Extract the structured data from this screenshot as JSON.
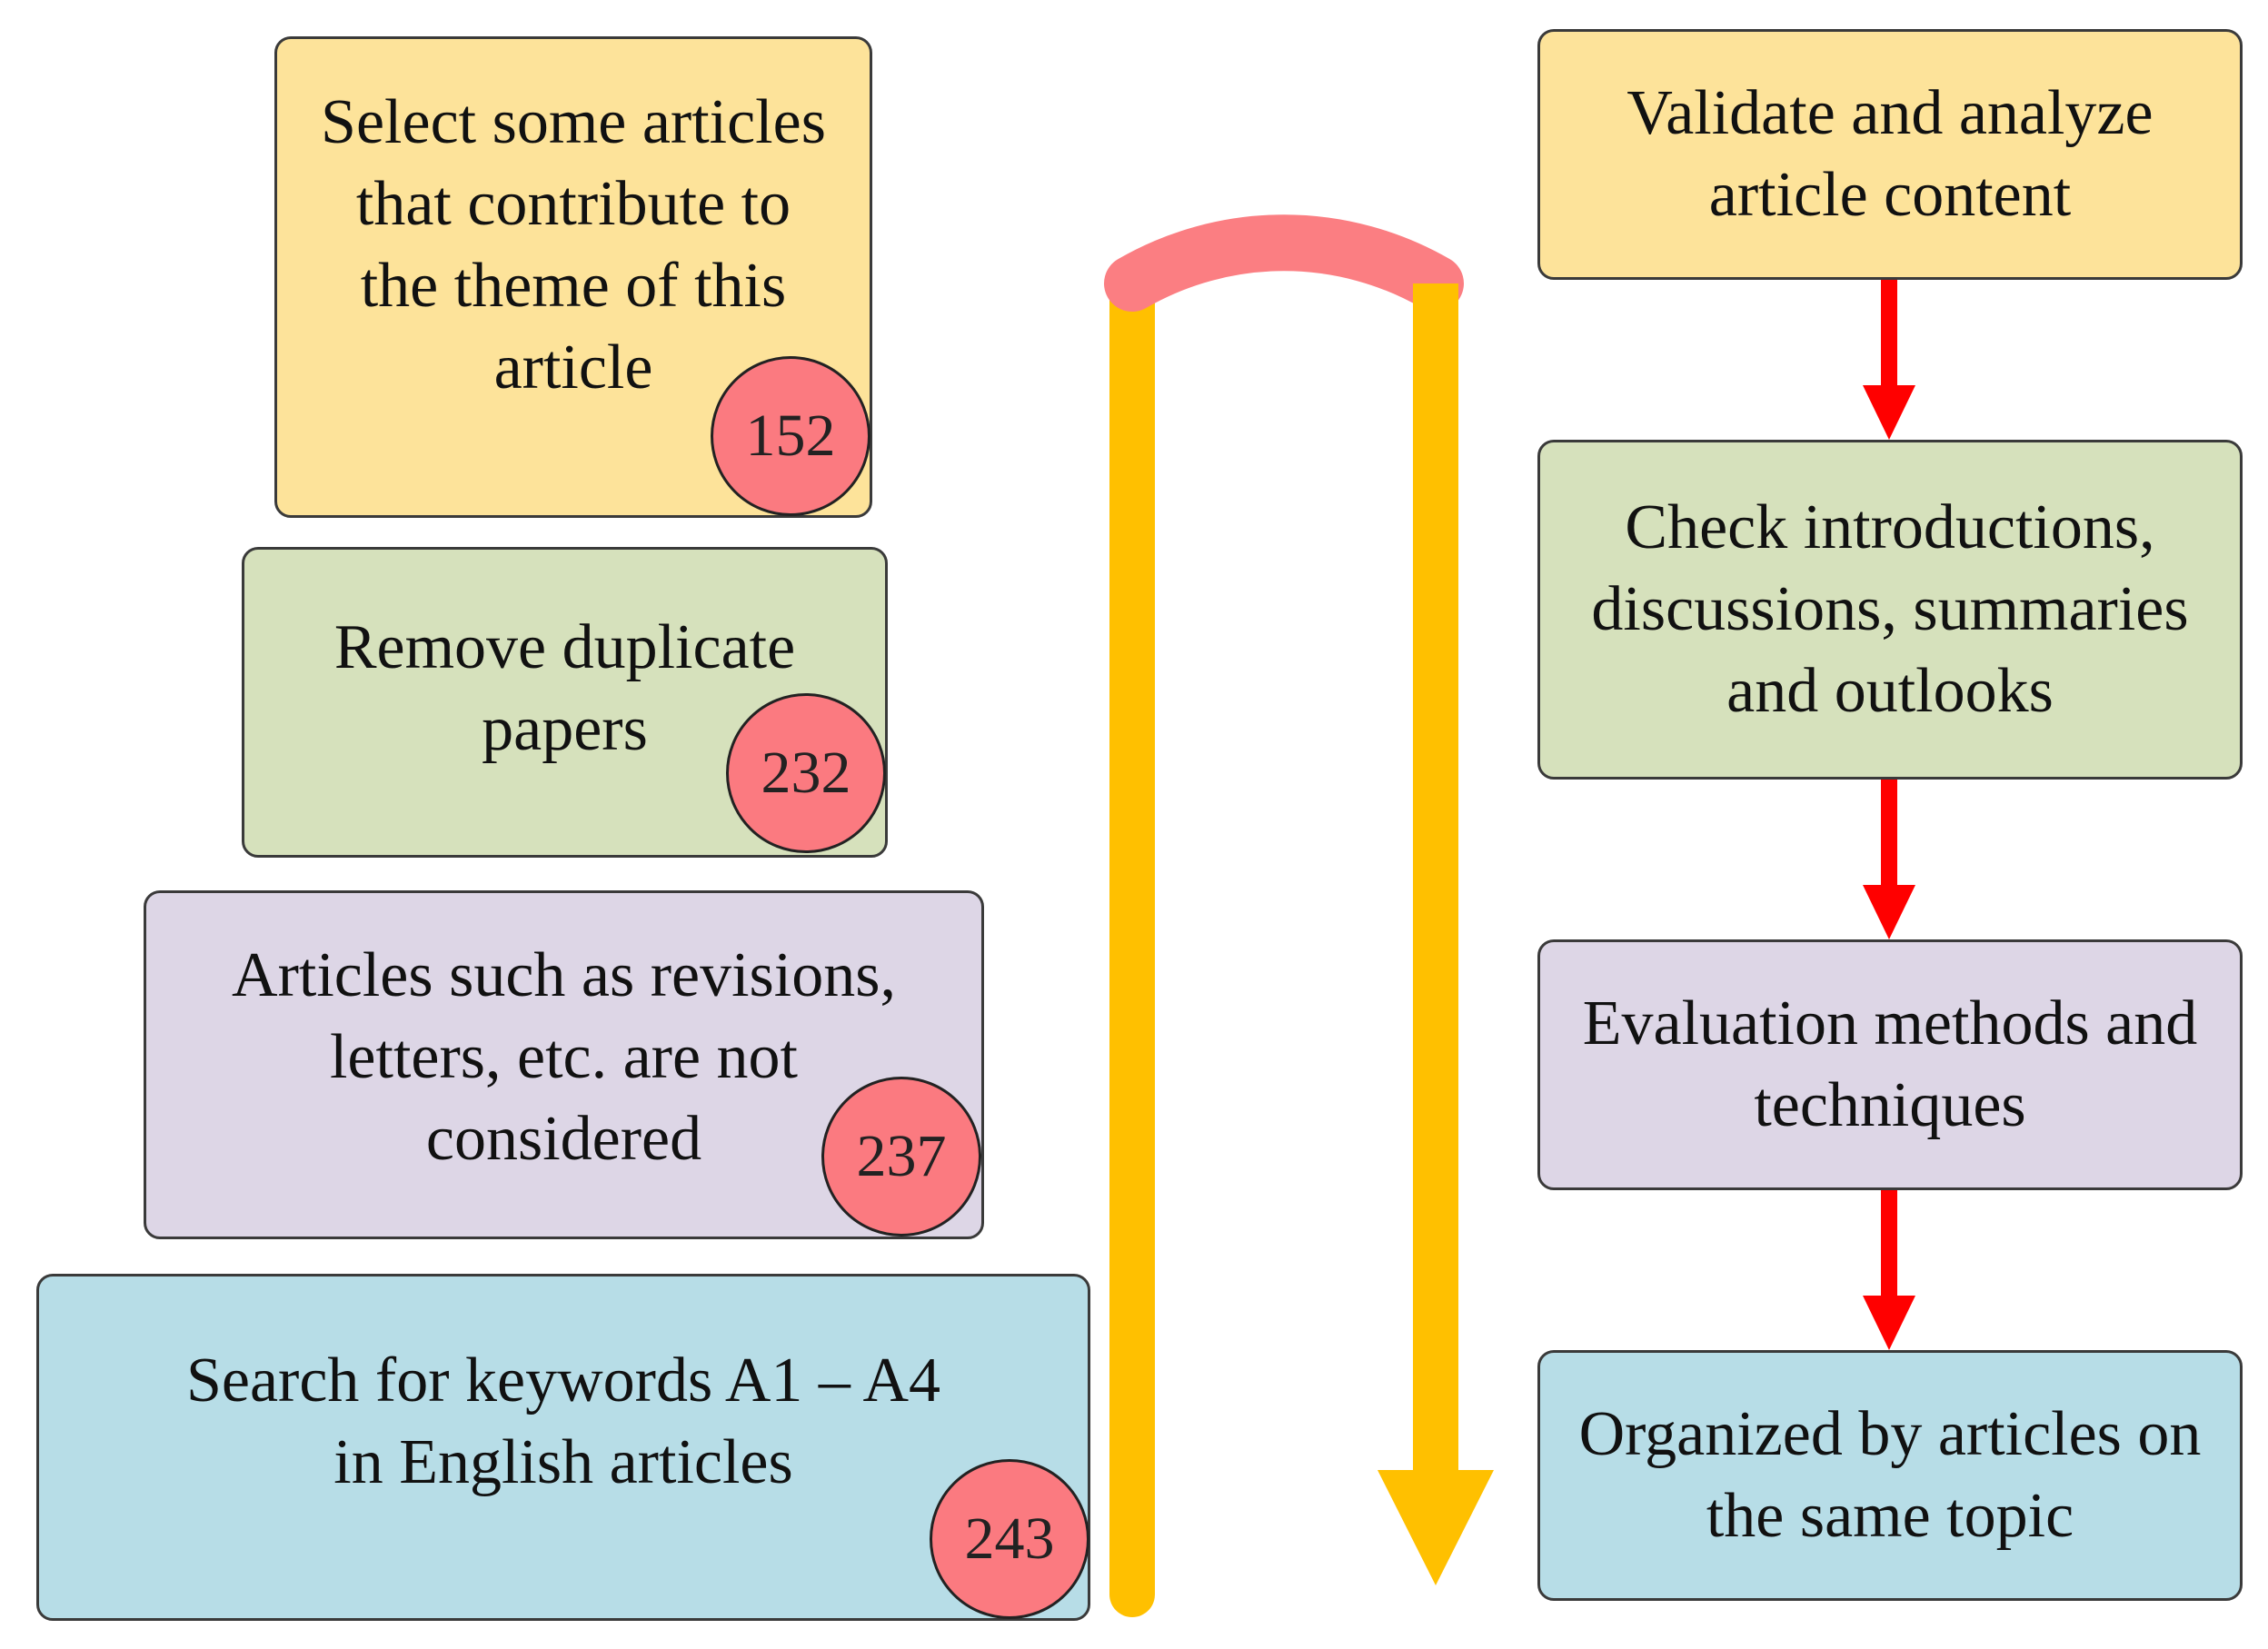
{
  "colors": {
    "yellow": "#fde39a",
    "green": "#d6e1bc",
    "purple": "#ddd6e6",
    "blue": "#b7dde7",
    "badge": "#fb7a80",
    "u_arrow_body": "#ffc000",
    "u_arrow_top": "#fb7e82",
    "step_arrow": "#ff0000"
  },
  "left_stack": [
    {
      "id": "select",
      "text": "Select some articles\nthat contribute to\nthe theme of this\narticle",
      "count": "152",
      "color": "yellow"
    },
    {
      "id": "remove",
      "text": "Remove duplicate\npapers",
      "count": "232",
      "color": "green"
    },
    {
      "id": "exclude",
      "text": "Articles such as revisions,\nletters, etc. are not\nconsidered",
      "count": "237",
      "color": "purple"
    },
    {
      "id": "search",
      "text": "Search for keywords A1 – A4\nin English articles",
      "count": "243",
      "color": "blue"
    }
  ],
  "right_flow": [
    {
      "id": "validate",
      "text": "Validate and analyze\narticle content",
      "color": "yellow"
    },
    {
      "id": "check",
      "text": "Check introductions,\ndiscussions, summaries\nand outlooks",
      "color": "green"
    },
    {
      "id": "evaluate",
      "text": "Evaluation methods and\ntechniques",
      "color": "purple"
    },
    {
      "id": "organize",
      "text": "Organized by articles on\nthe same topic",
      "color": "blue"
    }
  ]
}
